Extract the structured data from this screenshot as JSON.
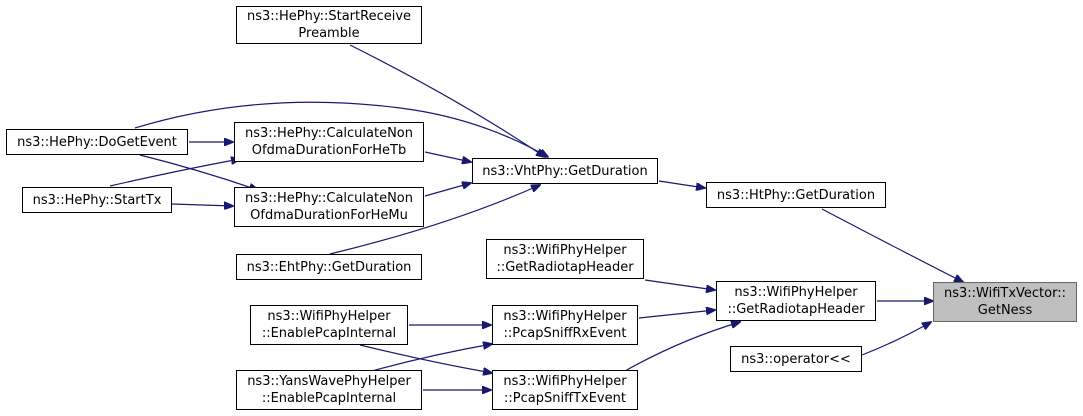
{
  "colors": {
    "edge": "#191970",
    "node_border": "#000000",
    "focus_fill": "#bfbfbf",
    "focus_border": "#666666"
  },
  "nodes": {
    "start_receive_preamble": {
      "line1": "ns3::HePhy::StartReceive",
      "line2": "Preamble"
    },
    "do_get_event": {
      "line1": "ns3::HePhy::DoGetEvent"
    },
    "start_tx": {
      "line1": "ns3::HePhy::StartTx"
    },
    "calc_he_tb": {
      "line1": "ns3::HePhy::CalculateNon",
      "line2": "OfdmaDurationForHeTb"
    },
    "calc_he_mu": {
      "line1": "ns3::HePhy::CalculateNon",
      "line2": "OfdmaDurationForHeMu"
    },
    "eht_get_duration": {
      "line1": "ns3::EhtPhy::GetDuration"
    },
    "vht_get_duration": {
      "line1": "ns3::VhtPhy::GetDuration"
    },
    "ht_get_duration": {
      "line1": "ns3::HtPhy::GetDuration"
    },
    "get_radiotap_header_a": {
      "line1": "ns3::WifiPhyHelper",
      "line2": "::GetRadiotapHeader"
    },
    "get_radiotap_header_b": {
      "line1": "ns3::WifiPhyHelper",
      "line2": "::GetRadiotapHeader"
    },
    "enable_pcap_internal_wifi": {
      "line1": "ns3::WifiPhyHelper",
      "line2": "::EnablePcapInternal"
    },
    "enable_pcap_internal_yans": {
      "line1": "ns3::YansWavePhyHelper",
      "line2": "::EnablePcapInternal"
    },
    "pcap_sniff_rx_event": {
      "line1": "ns3::WifiPhyHelper",
      "line2": "::PcapSniffRxEvent"
    },
    "pcap_sniff_tx_event": {
      "line1": "ns3::WifiPhyHelper",
      "line2": "::PcapSniffTxEvent"
    },
    "operator_shift": {
      "line1": "ns3::operator<<"
    },
    "get_ness": {
      "line1": "ns3::WifiTxVector::",
      "line2": "GetNess"
    }
  }
}
